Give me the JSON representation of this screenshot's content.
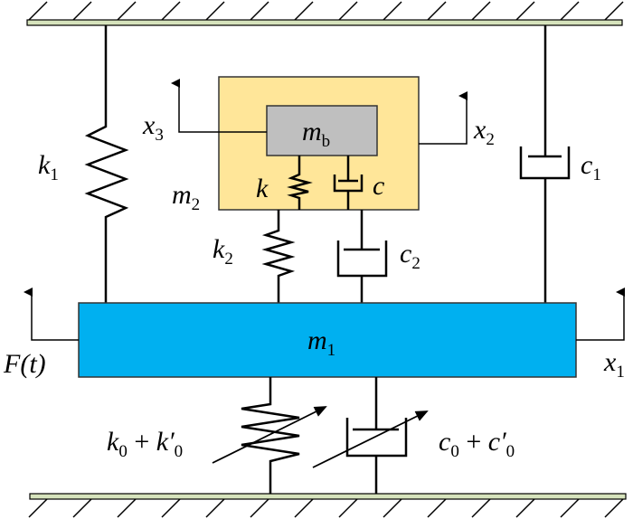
{
  "colors": {
    "m1_fill": "#00b0f0",
    "m2_fill": "#ffe699",
    "mb_fill": "#bfbfbf",
    "ground_fill": "#d6e3bc"
  },
  "labels": {
    "k1": {
      "main": "k",
      "sub": "1"
    },
    "c1": {
      "main": "c",
      "sub": "1"
    },
    "k2": {
      "main": "k",
      "sub": "2"
    },
    "c2": {
      "main": "c",
      "sub": "2"
    },
    "k": {
      "main": "k"
    },
    "c": {
      "main": "c"
    },
    "m2": {
      "main": "m",
      "sub": "2"
    },
    "mb": {
      "main": "m",
      "sub": "b"
    },
    "m1": {
      "main": "m",
      "sub": "1"
    },
    "x1": {
      "main": "x",
      "sub": "1"
    },
    "x2": {
      "main": "x",
      "sub": "2"
    },
    "x3": {
      "main": "x",
      "sub": "3"
    },
    "force": {
      "text": "F(t)"
    },
    "k0": {
      "a": "k",
      "a_sub": "0",
      "op": " + ",
      "b": "k′",
      "b_sub": "0"
    },
    "c0": {
      "a": "c",
      "a_sub": "0",
      "op": " + ",
      "b": "c′",
      "b_sub": "0"
    }
  }
}
